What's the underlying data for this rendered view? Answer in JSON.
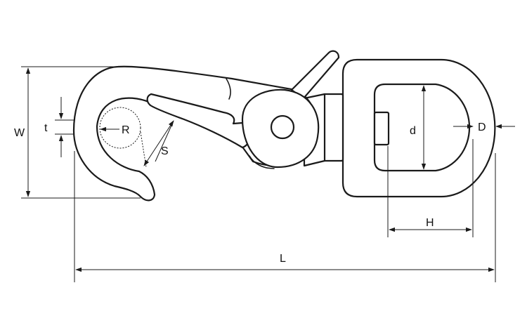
{
  "diagram": {
    "labels": {
      "W": "W",
      "t": "t",
      "R": "R",
      "S": "S",
      "d": "d",
      "D": "D",
      "H": "H",
      "L": "L"
    },
    "colors": {
      "stroke": "#1a1a1a",
      "background": "#ffffff"
    }
  }
}
